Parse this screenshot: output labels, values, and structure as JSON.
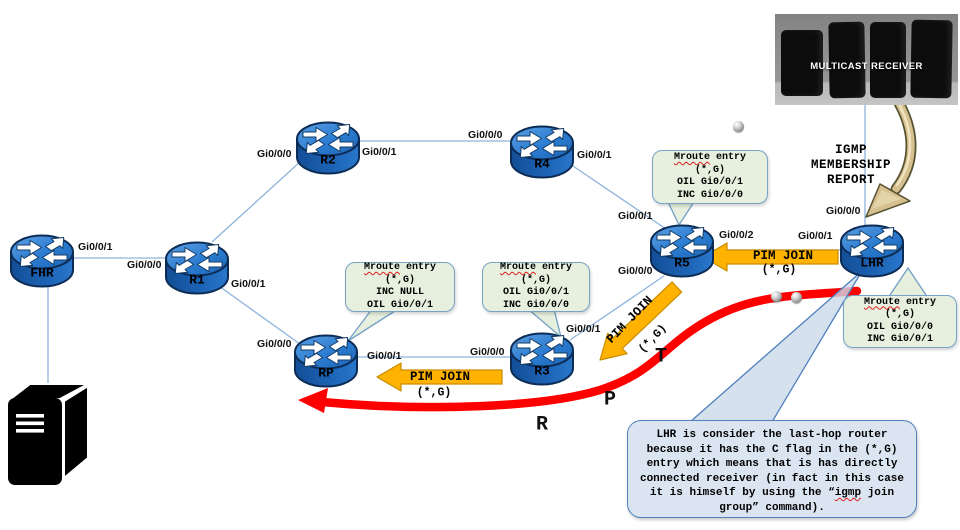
{
  "receiver": {
    "label": "MULTICAST RECEIVER"
  },
  "igmp": {
    "line1": "IGMP MEMBERSHIP",
    "line2": "REPORT"
  },
  "routers": {
    "fhr": "FHR",
    "r1": "R1",
    "r2": "R2",
    "r4": "R4",
    "r5": "R5",
    "lhr": "LHR",
    "rp": "RP",
    "r3": "R3"
  },
  "iflabels": {
    "fhr_right": "Gi0/0/1",
    "r1_left": "Gi0/0/0",
    "r1_right": "Gi0/0/1",
    "r2_left": "Gi0/0/0",
    "r2_right": "Gi0/0/1",
    "r4_left": "Gi0/0/0",
    "r4_right": "Gi0/0/1",
    "r5_topleft": "Gi0/0/1",
    "r5_right": "Gi0/0/2",
    "r5_bottom": "Gi0/0/0",
    "lhr_top": "Gi0/0/0",
    "lhr_left": "Gi0/0/1",
    "rp_left": "Gi0/0/0",
    "rp_right": "Gi0/0/1",
    "r3_left": "Gi0/0/0",
    "r3_topright": "Gi0/0/1"
  },
  "mroute": {
    "rp": {
      "title_word": "Mroute",
      "title_rest": "entry",
      "l2": "(*,G)",
      "l3": "INC NULL",
      "l4": "OIL Gi0/0/1"
    },
    "r3": {
      "title_word": "Mroute",
      "title_rest": "entry",
      "l2": "(*,G)",
      "l3": "OIL Gi0/0/1",
      "l4": "INC Gi0/0/0"
    },
    "r5": {
      "title_word": "Mroute",
      "title_rest": "entry",
      "l2": "(*,G)",
      "l3": "OIL Gi0/0/1",
      "l4": "INC Gi0/0/0"
    },
    "lhr": {
      "title_word": "Mroute",
      "title_rest": "entry",
      "l2": "(*,G)",
      "l3": "OIL Gi0/0/0",
      "l4": "INC Gi0/0/1"
    }
  },
  "pim": {
    "label": "PIM JOIN",
    "group": "(*,G)"
  },
  "letters": {
    "r": "R",
    "p": "P",
    "t": "T"
  },
  "callout": {
    "part1": "LHR is consider the last-hop router because it has the C flag in the (*,G) entry which means that is has directly connected receiver (in fact in this case it is himself by using the “",
    "word": "igmp",
    "part2": " join group” command)."
  },
  "colors": {
    "router_blue": "#2b7cd0",
    "pim_orange": "#FFB200",
    "path_red": "#FF0000",
    "mroute_green": "#e7f0de",
    "callout_blue": "#dbe5f1",
    "border_blue": "#4f81bd",
    "link_blue": "#8db4dc",
    "igmp_tan": "#d6c090"
  }
}
